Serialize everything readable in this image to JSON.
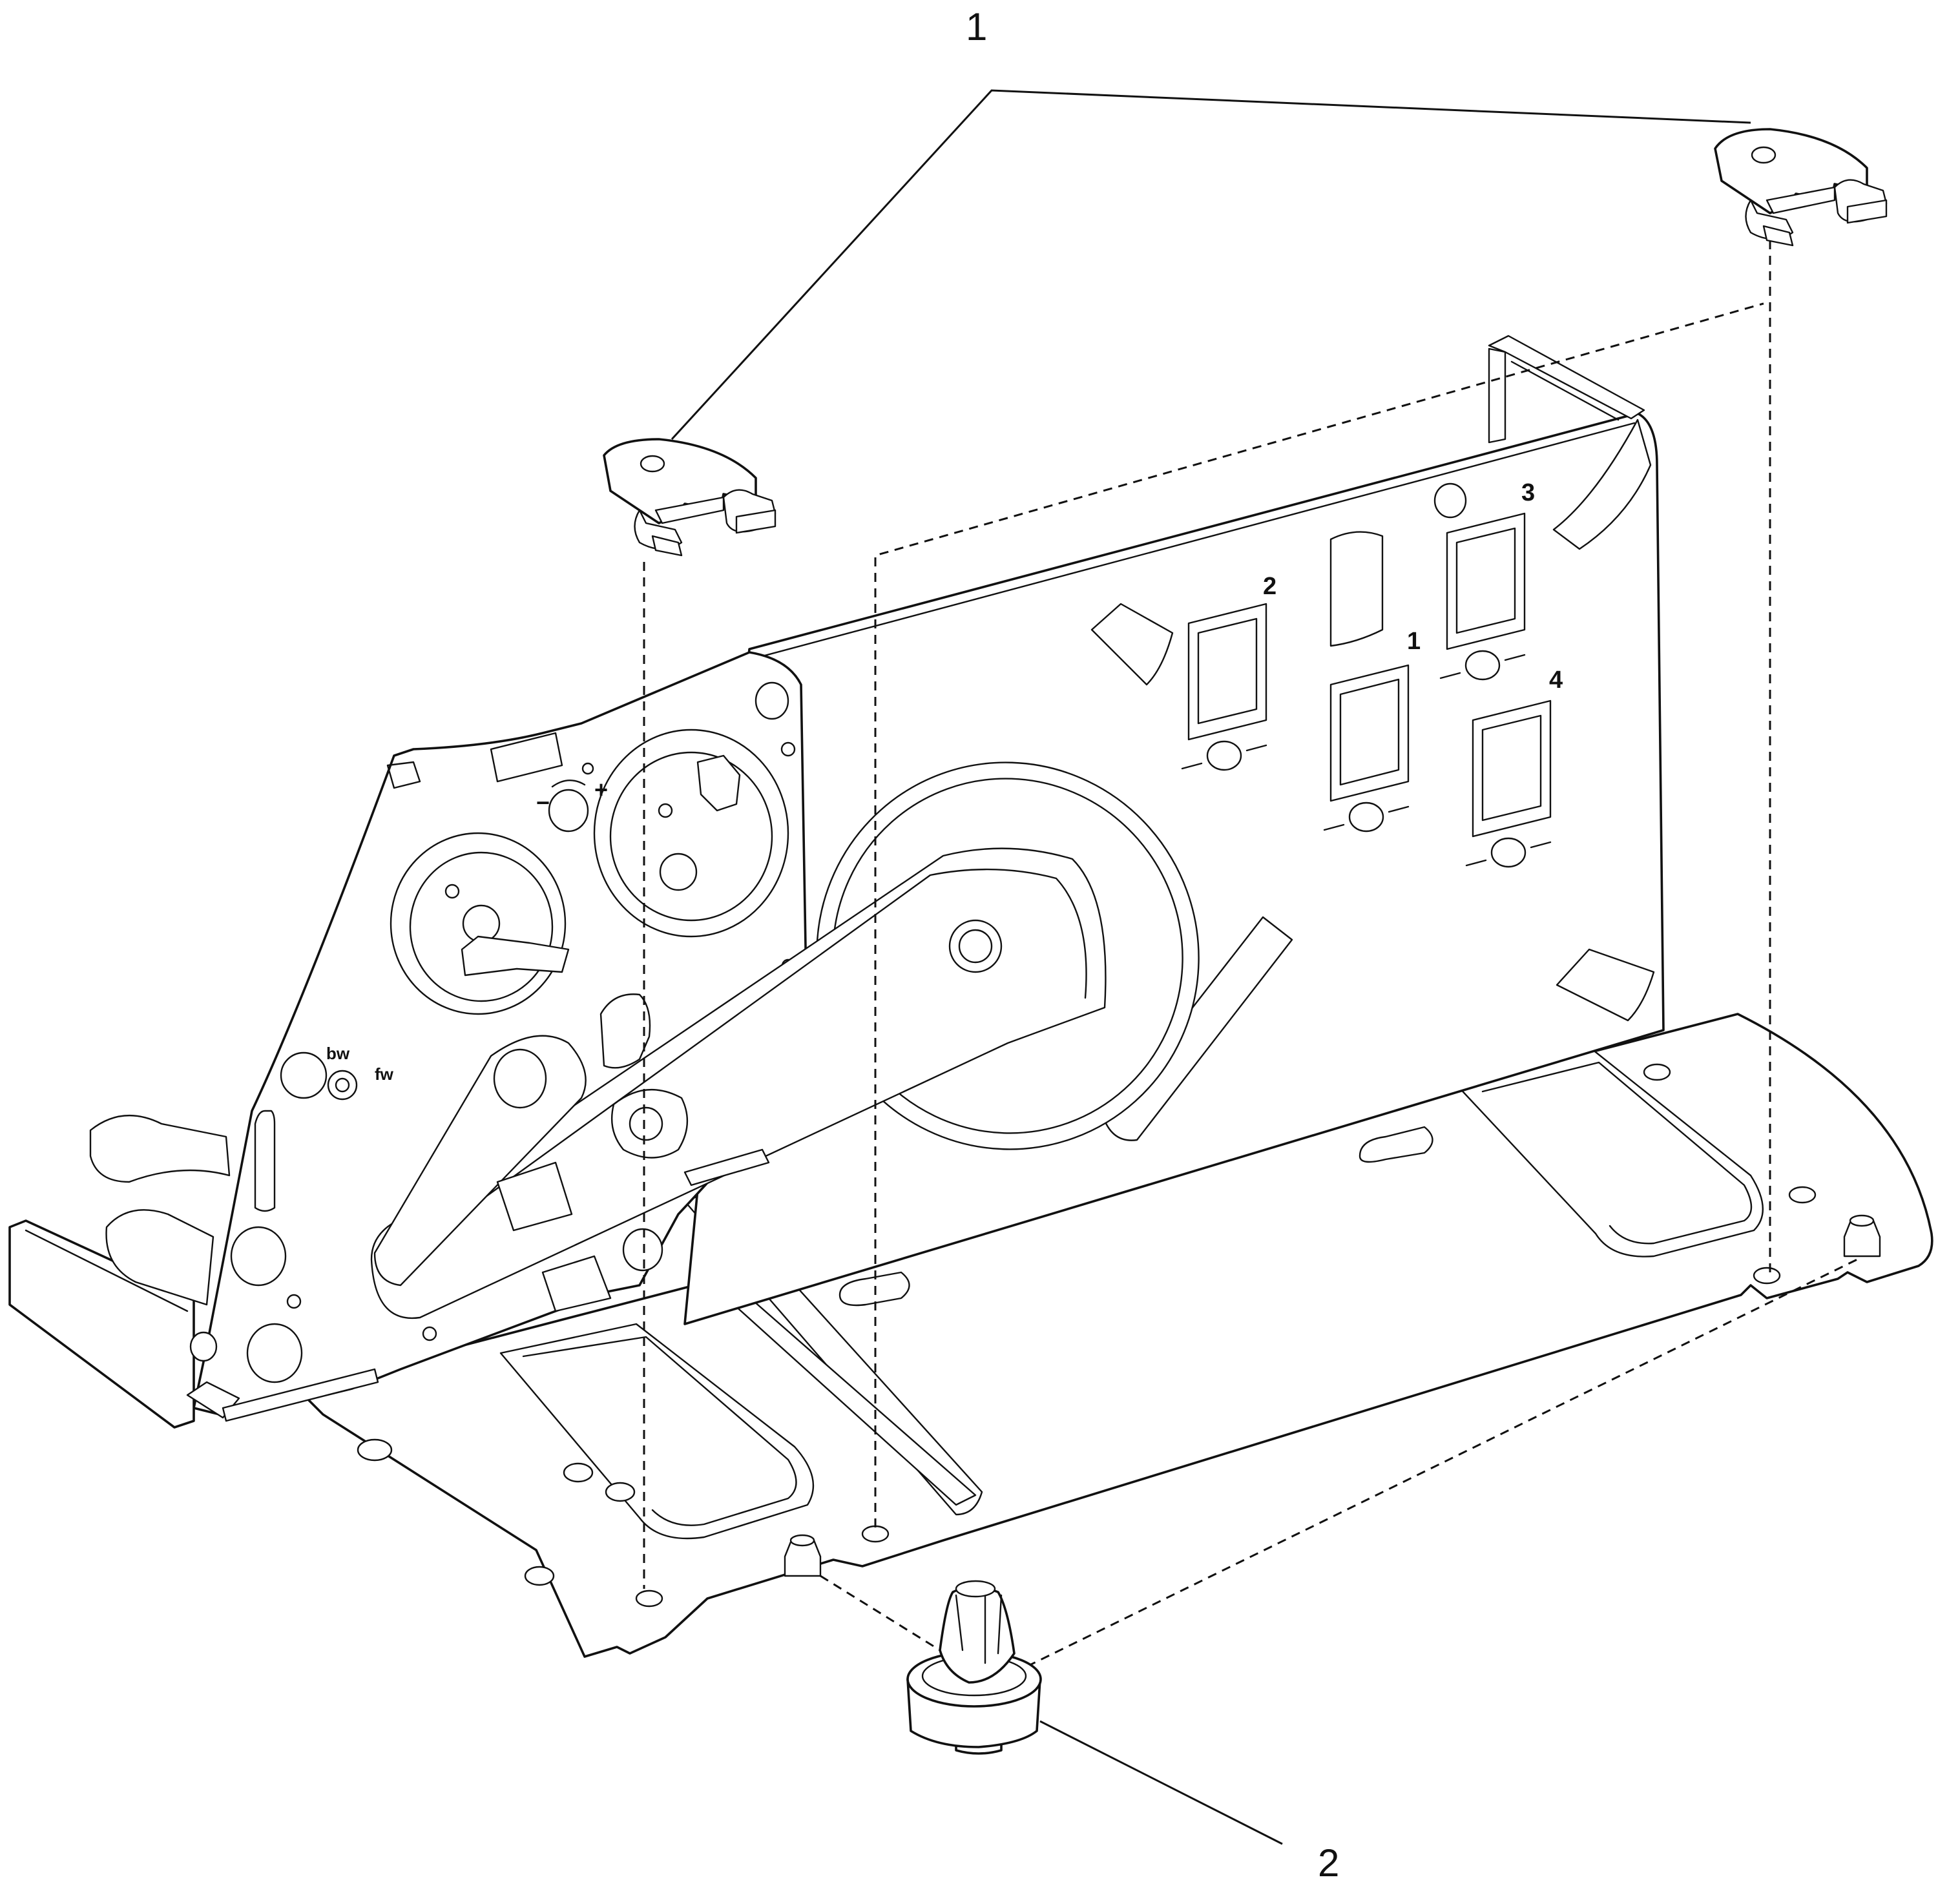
{
  "callouts": {
    "c1": "1",
    "c2": "2"
  },
  "slot_numbers": {
    "s1": "1",
    "s2": "2",
    "s3": "3",
    "s4": "4"
  },
  "dial_labels": {
    "bw": "bw",
    "fw": "fw",
    "minus": "−",
    "plus": "+"
  },
  "parts": [
    {
      "callout": "1",
      "name": "mounting-clip",
      "quantity_shown": 2
    },
    {
      "callout": "2",
      "name": "snap-fit-foot",
      "quantity_shown": 1
    }
  ],
  "colors": {
    "line": "#111111",
    "background": "#ffffff"
  }
}
